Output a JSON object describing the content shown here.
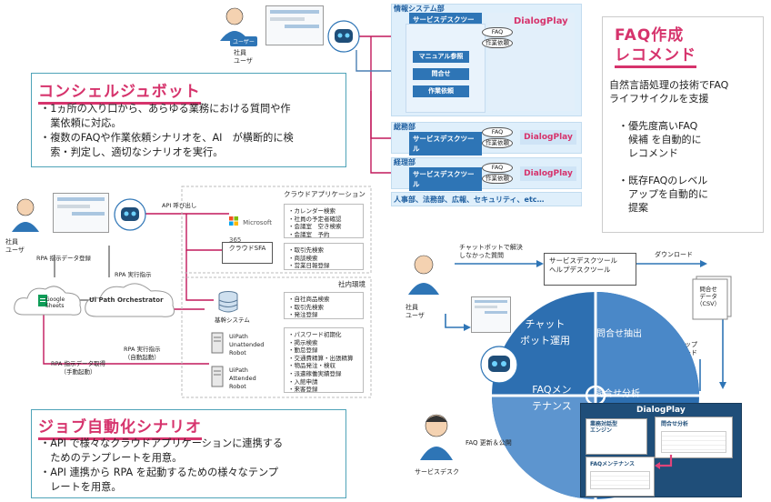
{
  "top": {
    "user_label": "社員\nユーザ",
    "dept_info": "情報システム部",
    "service_desk_tool": "サービスデスクツール",
    "dialog_play": "DialogPlay",
    "faq": "FAQ",
    "work_request": "作業依頼",
    "buttons": [
      "マニュアル参照",
      "問合せ",
      "作業依頼"
    ],
    "dept_general": "総務部",
    "dept_accounting": "経理部",
    "dept_others": "人事部、法務部、広報、セキュリティ、etc…"
  },
  "concierge": {
    "title": "コンシェルジュボット",
    "bullets": [
      "・1ヵ所の入り口から、あらゆる業務における質問や作",
      "　業依頼に対応。",
      "・複数のFAQや作業依頼シナリオを、AI　が横断的に検",
      "　索・判定し、適切なシナリオを実行。"
    ]
  },
  "faq_recommend": {
    "title_line1": "FAQ作成",
    "title_line2": "レコメンド",
    "lines": [
      "自然言語処理の技術でFAQ",
      "ライフサイクルを支援",
      "",
      "・優先度高いFAQ",
      "　候補 を自動的に",
      "　レコメンド",
      "",
      "・既存FAQのレベル",
      "　アップを自動的に",
      "　提案"
    ]
  },
  "rpa": {
    "user_label": "社員\nユーザ",
    "api_call": "API 呼び出し",
    "cloud_apps": "クラウドアプリケーション",
    "ms365": "Microsoft 365",
    "ms365_items": [
      "・カレンダー検索",
      "・社員の予定者確認",
      "・会議室　空き検索",
      "・会議室　予約"
    ],
    "sfa_label": "クラウドSFA",
    "sfa_items": [
      "・取引先検索",
      "・商談検索",
      "・営業日報登録"
    ],
    "rpa_register": "RPA 指示データ登録",
    "rpa_exec": "RPA 実行指示",
    "google_sheets": "Google\nSheets",
    "uipath": "Ui Path Orchestrator",
    "internal_env": "社内環境",
    "core_system": "基幹システム",
    "core_items": [
      "・自社商品検索",
      "・取引先検索",
      "・発注登録"
    ],
    "rpa_exec_auto": "RPA 実行指示\n（自動起動）",
    "rpa_data_get": "RPA 指示データ取得\n（手動起動）",
    "unattended": "UiPath\nUnattended\nRobot",
    "attended": "UiPath\nAttended\nRobot",
    "robot_items": [
      "・パスワード初期化",
      "・掲示検索",
      "・勤怠登録",
      "・交通費精算・出張精算",
      "・物品発注・検収",
      "・派遣稼働実績登録",
      "・入館申請",
      "・来客登録"
    ]
  },
  "job": {
    "title": "ジョブ自動化シナリオ",
    "bullets": [
      "・API で様々なクラウドアプリケーションに連携する",
      "　ためのテンプレートを用意。",
      "・API 連携から RPA を起動するための様々なテンプ",
      "　レートを用意。"
    ]
  },
  "cycle": {
    "unsolved": "チャットボットで解決\nしなかった質問",
    "sd_tool": "サービスデスクツール\nヘルプデスクツール",
    "download": "ダウンロード",
    "inquiry_data": "問合せ\nデータ\n（CSV）",
    "upload": "アップ\nロード",
    "user_label": "社員\nユーザ",
    "q1": "チャット\nボット運用",
    "q2": "問合せ抽出",
    "q3": "FAQメン\nテナンス",
    "q4": "問合せ分析",
    "faq_update": "FAQ 更新＆公開",
    "service_desk": "サービスデスク",
    "dp_title": "DialogPlay",
    "dp_engine": "業務対話型\nエンジン",
    "dp_analysis": "問合せ分析",
    "dp_faq_maint": "FAQメンテナンス"
  }
}
